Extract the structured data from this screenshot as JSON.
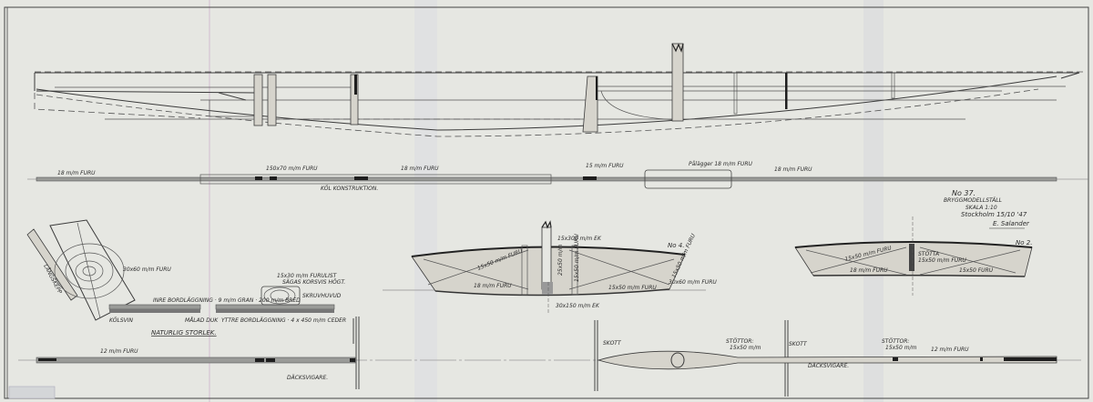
{
  "drawing": {
    "number": "No 37.",
    "title": "BRYGGMODELLSTÄLL",
    "scale": "SKALA 1:10",
    "place_date": "Stockholm 15/10 '47",
    "signature": "E. Salander"
  },
  "keel_plan": {
    "label_left": "18 m/m FURU",
    "label_block": "150x70 m/m FURU",
    "label_mid": "18 m/m FURU",
    "label_mast": "15 m/m FURU",
    "label_doubler": "Pålägger 18 m/m FURU",
    "label_right": "18 m/m FURU",
    "caption": "KÖL KONSTRUKTION."
  },
  "detail": {
    "label_diagonal": "LÅNGSKEPP",
    "label_block": "30x60 m/m FURU",
    "label_inner": "INRE BORDLÄGGNING · 9 m/m GRAN · 200 m/m BRED",
    "label_keelson": "KÖLSVIN",
    "label_canvas": "MÅLAD DUK",
    "label_outer": "YTTRE BORDLÄGGNING · 4 x 450 m/m CEDER",
    "label_strip": "15x30 m/m FURULIST",
    "label_strip2": "SÄGAS KORSVIS HÖGT.",
    "label_screw": "SKRUVHUVUD",
    "caption": "NATURLIG STORLEK."
  },
  "section_4": {
    "number": "No 4.",
    "top": "15x300 m/m EK",
    "diag": "15x50 m/m FURU",
    "post_left": "25x50 m/m",
    "post_right": "15x50 m/m FURU",
    "bottom_left": "18 m/m FURU",
    "bottom_right": "15x50 m/m FURU",
    "side_right": "15x50 m/m FURU",
    "chine": "30x60 m/m FURU",
    "keel": "30x150 m/m EK"
  },
  "section_2": {
    "number": "No 2.",
    "diag": "15x50 m/m FURU",
    "support": "STÖTTA",
    "support_dim": "15x50 m/m FURU",
    "bottom_left": "18 m/m FURU",
    "bottom_right": "15x50 FURU"
  },
  "deck_plan": {
    "label_left": "12 m/m FURU",
    "caption_left": "DÄCKSVIGARE.",
    "bulkhead_1": "SKOTT",
    "supports_1": "STÖTTOR:",
    "supports_1_dim": "15x50 m/m",
    "bulkhead_2": "SKOTT",
    "supports_2": "STÖTTOR:",
    "supports_2_dim": "15x50 m/m",
    "label_right": "12 m/m FURU",
    "caption_right": "DÄCKSVIGARE."
  },
  "colors": {
    "paper": "#e6e7e2",
    "ink": "#2a2a2a",
    "strip": "#9a9b98"
  }
}
